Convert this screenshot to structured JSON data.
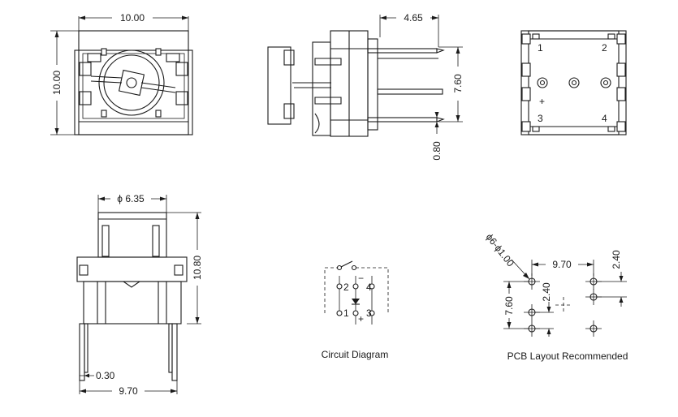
{
  "dims": {
    "front_width": "10.00",
    "front_height": "10.00",
    "side_top": "4.65",
    "side_height": "7.60",
    "side_pin": "0.80",
    "bottom_diameter": "ϕ 6.35",
    "bottom_height": "10.80",
    "bottom_pin": "0.30",
    "bottom_width": "9.70"
  },
  "back_view": {
    "pin1": "1",
    "pin2": "2",
    "pin3": "3",
    "pin4": "4",
    "plus": "+"
  },
  "circuit": {
    "caption": "Circuit Diagram",
    "p1": "1",
    "p2": "2",
    "p3": "3",
    "p4": "4",
    "minus": "−",
    "plus": "+"
  },
  "pcb": {
    "caption": "PCB Layout Recommended",
    "hole": "ϕ6-ϕ1.00",
    "d_970": "9.70",
    "d_240a": "2.40",
    "d_240b": "2.40",
    "d_760": "7.60"
  }
}
